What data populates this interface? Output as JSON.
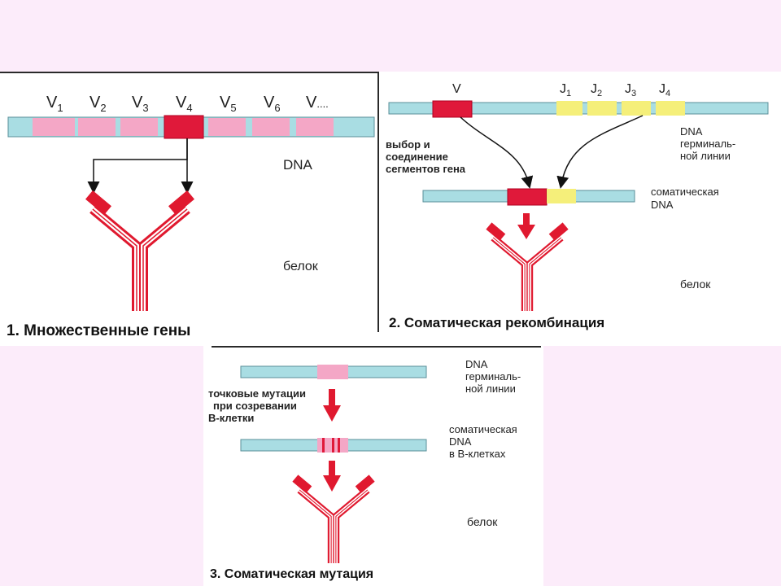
{
  "panel1": {
    "segments": [
      "V",
      "V",
      "V",
      "V",
      "V",
      "V",
      "V"
    ],
    "subscripts": [
      "1",
      "2",
      "3",
      "4",
      "5",
      "6",
      "...."
    ],
    "dna_label": "DNA",
    "protein_label": "белок",
    "caption": "1. Множественные гены"
  },
  "panel2": {
    "v_label": "V",
    "j_labels": [
      "J",
      "J",
      "J",
      "J"
    ],
    "j_subscripts": [
      "1",
      "2",
      "3",
      "4"
    ],
    "germline_label": [
      "DNA",
      "герминаль-",
      "ной линии"
    ],
    "selection_label": [
      "выбор и",
      "соединение",
      "сегментов гена"
    ],
    "somatic_label": [
      "соматическая",
      "DNA"
    ],
    "protein_label": "белок",
    "caption": "2. Соматическая рекомбинация"
  },
  "panel3": {
    "germline_label": [
      "DNA",
      "герминаль-",
      "ной линии"
    ],
    "mutation_label": [
      "точковые мутации",
      "при созревании",
      "В-клетки"
    ],
    "somatic_label": [
      "соматическая",
      "DNA",
      "в В-клетках"
    ],
    "protein_label": "белок",
    "caption": "3. Соматическая мутация"
  },
  "colors": {
    "dna_strand": "#a9dde3",
    "v_segment": "#f4a7c6",
    "v_selected": "#e0193a",
    "j_segment": "#f5ef7a",
    "antibody": "#e0192f",
    "background": "#fcecfa"
  }
}
